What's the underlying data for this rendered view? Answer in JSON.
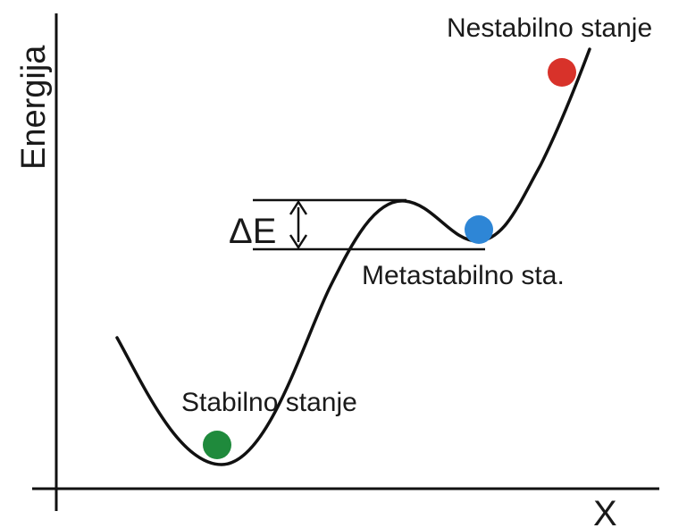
{
  "axes": {
    "y_label": "Energija",
    "x_label": "X"
  },
  "states": {
    "stable": {
      "label": "Stabilno stanje",
      "ball_color": "#1f8a3c"
    },
    "metastable": {
      "label": "Metastabilno sta.",
      "ball_color": "#2e86d6"
    },
    "unstable": {
      "label": "Nestabilno stanje",
      "ball_color": "#d8322a"
    }
  },
  "barrier": {
    "label": "ΔE"
  },
  "colors": {
    "line": "#111111"
  }
}
